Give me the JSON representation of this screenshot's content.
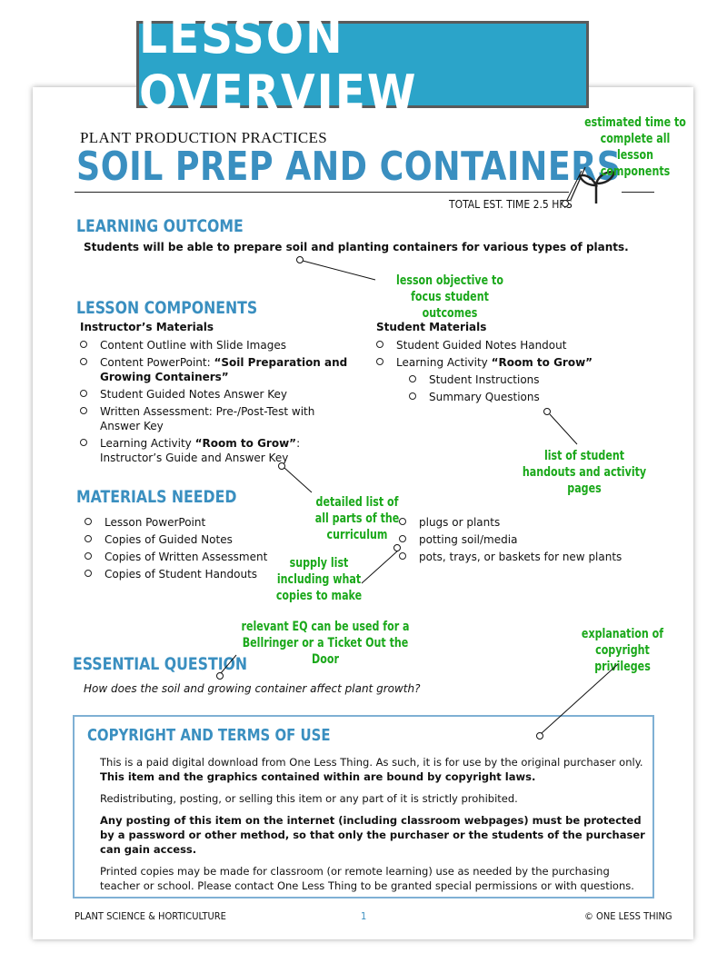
{
  "banner": {
    "title": "LESSON OVERVIEW"
  },
  "header": {
    "series": "PLANT PRODUCTION PRACTICES",
    "title": "SOIL PREP AND CONTAINERS",
    "est_time": "TOTAL EST. TIME 2.5  HRS"
  },
  "learning_outcome": {
    "heading": "LEARNING OUTCOME",
    "text": "Students will be able to prepare soil and planting containers for various types of plants."
  },
  "lesson_components": {
    "heading": "LESSON COMPONENTS",
    "instructor_heading": "Instructor’s Materials",
    "instructor_items": [
      {
        "pre": "Content Outline with Slide Images",
        "bold": "",
        "post": ""
      },
      {
        "pre": "Content PowerPoint: ",
        "bold": "“Soil Preparation and Growing Containers”",
        "post": ""
      },
      {
        "pre": "Student Guided Notes Answer Key",
        "bold": "",
        "post": ""
      },
      {
        "pre": "Written Assessment: Pre-/Post-Test with Answer Key",
        "bold": "",
        "post": ""
      },
      {
        "pre": "Learning Activity ",
        "bold": "“Room to Grow”",
        "post": ": Instructor’s Guide and Answer Key"
      }
    ],
    "student_heading": "Student Materials",
    "student_items": [
      {
        "pre": "Student Guided Notes Handout",
        "bold": ""
      },
      {
        "pre": "Learning Activity ",
        "bold": "“Room to Grow”"
      }
    ],
    "student_subitems": [
      "Student Instructions",
      "Summary Questions"
    ]
  },
  "materials_needed": {
    "heading": "MATERIALS NEEDED",
    "left": [
      "Lesson PowerPoint",
      "Copies of Guided Notes",
      "Copies of Written Assessment",
      "Copies of Student Handouts"
    ],
    "right": [
      "plugs or plants",
      "potting soil/media",
      "pots, trays, or baskets for new plants"
    ]
  },
  "essential_question": {
    "heading": "ESSENTIAL QUESTION",
    "text": "How does the soil and growing container affect plant growth?"
  },
  "copyright": {
    "heading": "COPYRIGHT AND TERMS OF USE",
    "p1": "This is a paid digital download from One Less Thing. As such, it is for use by the original purchaser only.",
    "p1_bold": "This item and the graphics contained within are bound by copyright laws.",
    "p2": "Redistributing, posting, or selling this item or any part of it is strictly prohibited.",
    "p3": "Any posting of this item on the internet (including classroom webpages) must be protected by a password or other method, so that only the purchaser or the students of the purchaser can gain access.",
    "p4": "Printed copies may be made for classroom (or remote learning) use as needed by the purchasing teacher or school. Please contact One Less Thing to be granted special permissions or with questions."
  },
  "footer": {
    "left": "PLANT SCIENCE & HORTICULTURE",
    "page": "1",
    "right": "© ONE LESS THING"
  },
  "annotations": {
    "est_time": "estimated time to complete all lesson components",
    "objective": "lesson objective to focus student  outcomes",
    "handouts": "list of student handouts and activity pages",
    "detailed": "detailed list of all parts of the curriculum",
    "supply": "supply list including what copies to make",
    "eq": "relevant EQ can be used for a Bellringer or a Ticket Out the Door",
    "copyright": "explanation of copyright privileges"
  },
  "icons": {
    "logo": "plant-sprout-icon"
  },
  "colors": {
    "banner": "#2ba4c9",
    "heading": "#3a8fc0",
    "annotation": "#1aa81a",
    "box_border": "#7fb0d4"
  }
}
